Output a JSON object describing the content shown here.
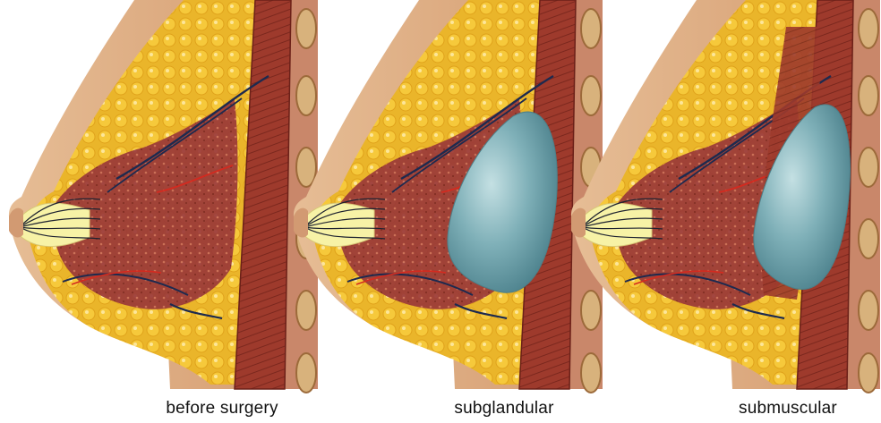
{
  "panels": [
    {
      "caption": "before surgery",
      "implant": "none"
    },
    {
      "caption": "subglandular",
      "implant": "subglandular"
    },
    {
      "caption": "submuscular",
      "implant": "submuscular"
    }
  ],
  "colors": {
    "skin": "#d9a47a",
    "skin_light": "#e8bf98",
    "fat": "#f3c433",
    "fat_highlight": "#fde27a",
    "gland": "#9c3a3a",
    "muscle": "#a8412f",
    "muscle_dark": "#7a2a20",
    "ribs": "#d8b27c",
    "implant": "#6fa3ab",
    "implant_light": "#b8d6da",
    "duct": "#f7f2a6",
    "vein": "#1d2a4f",
    "artery": "#d42a1f"
  }
}
